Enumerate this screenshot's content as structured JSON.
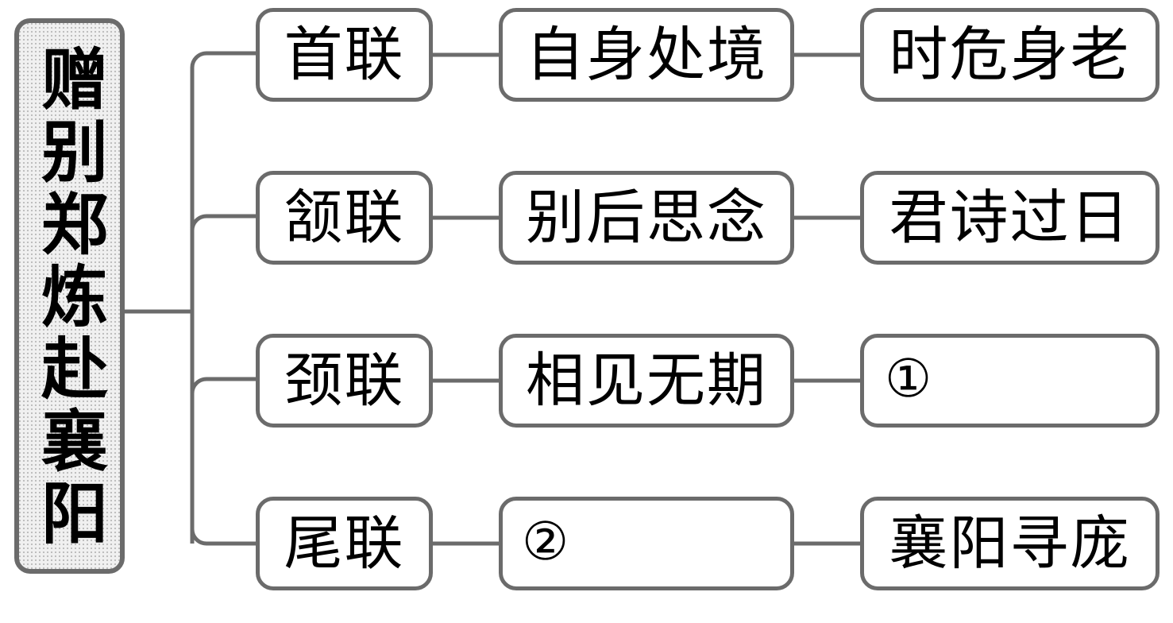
{
  "diagram": {
    "type": "mind-map-tree",
    "title": "赠别郑炼赴襄阳",
    "orientation": "left-to-right",
    "colors": {
      "node_border": "#6b6b6b",
      "node_fill": "#ffffff",
      "root_fill": "#f0f0f0",
      "connector": "#6b6b6b",
      "text": "#000000"
    },
    "root": {
      "label": "赠别郑炼赴襄阳",
      "writing_mode": "vertical"
    },
    "rows": [
      {
        "level1": "首联",
        "level2": "自身处境",
        "level3": "时危身老",
        "level3_blank": false,
        "level2_blank": false
      },
      {
        "level1": "颔联",
        "level2": "别后思念",
        "level3": "君诗过日",
        "level3_blank": false,
        "level2_blank": false
      },
      {
        "level1": "颈联",
        "level2": "相见无期",
        "level3": "①",
        "level3_blank": true,
        "level2_blank": false
      },
      {
        "level1": "尾联",
        "level2": "②",
        "level3": "襄阳寻庞",
        "level3_blank": false,
        "level2_blank": true
      }
    ]
  }
}
